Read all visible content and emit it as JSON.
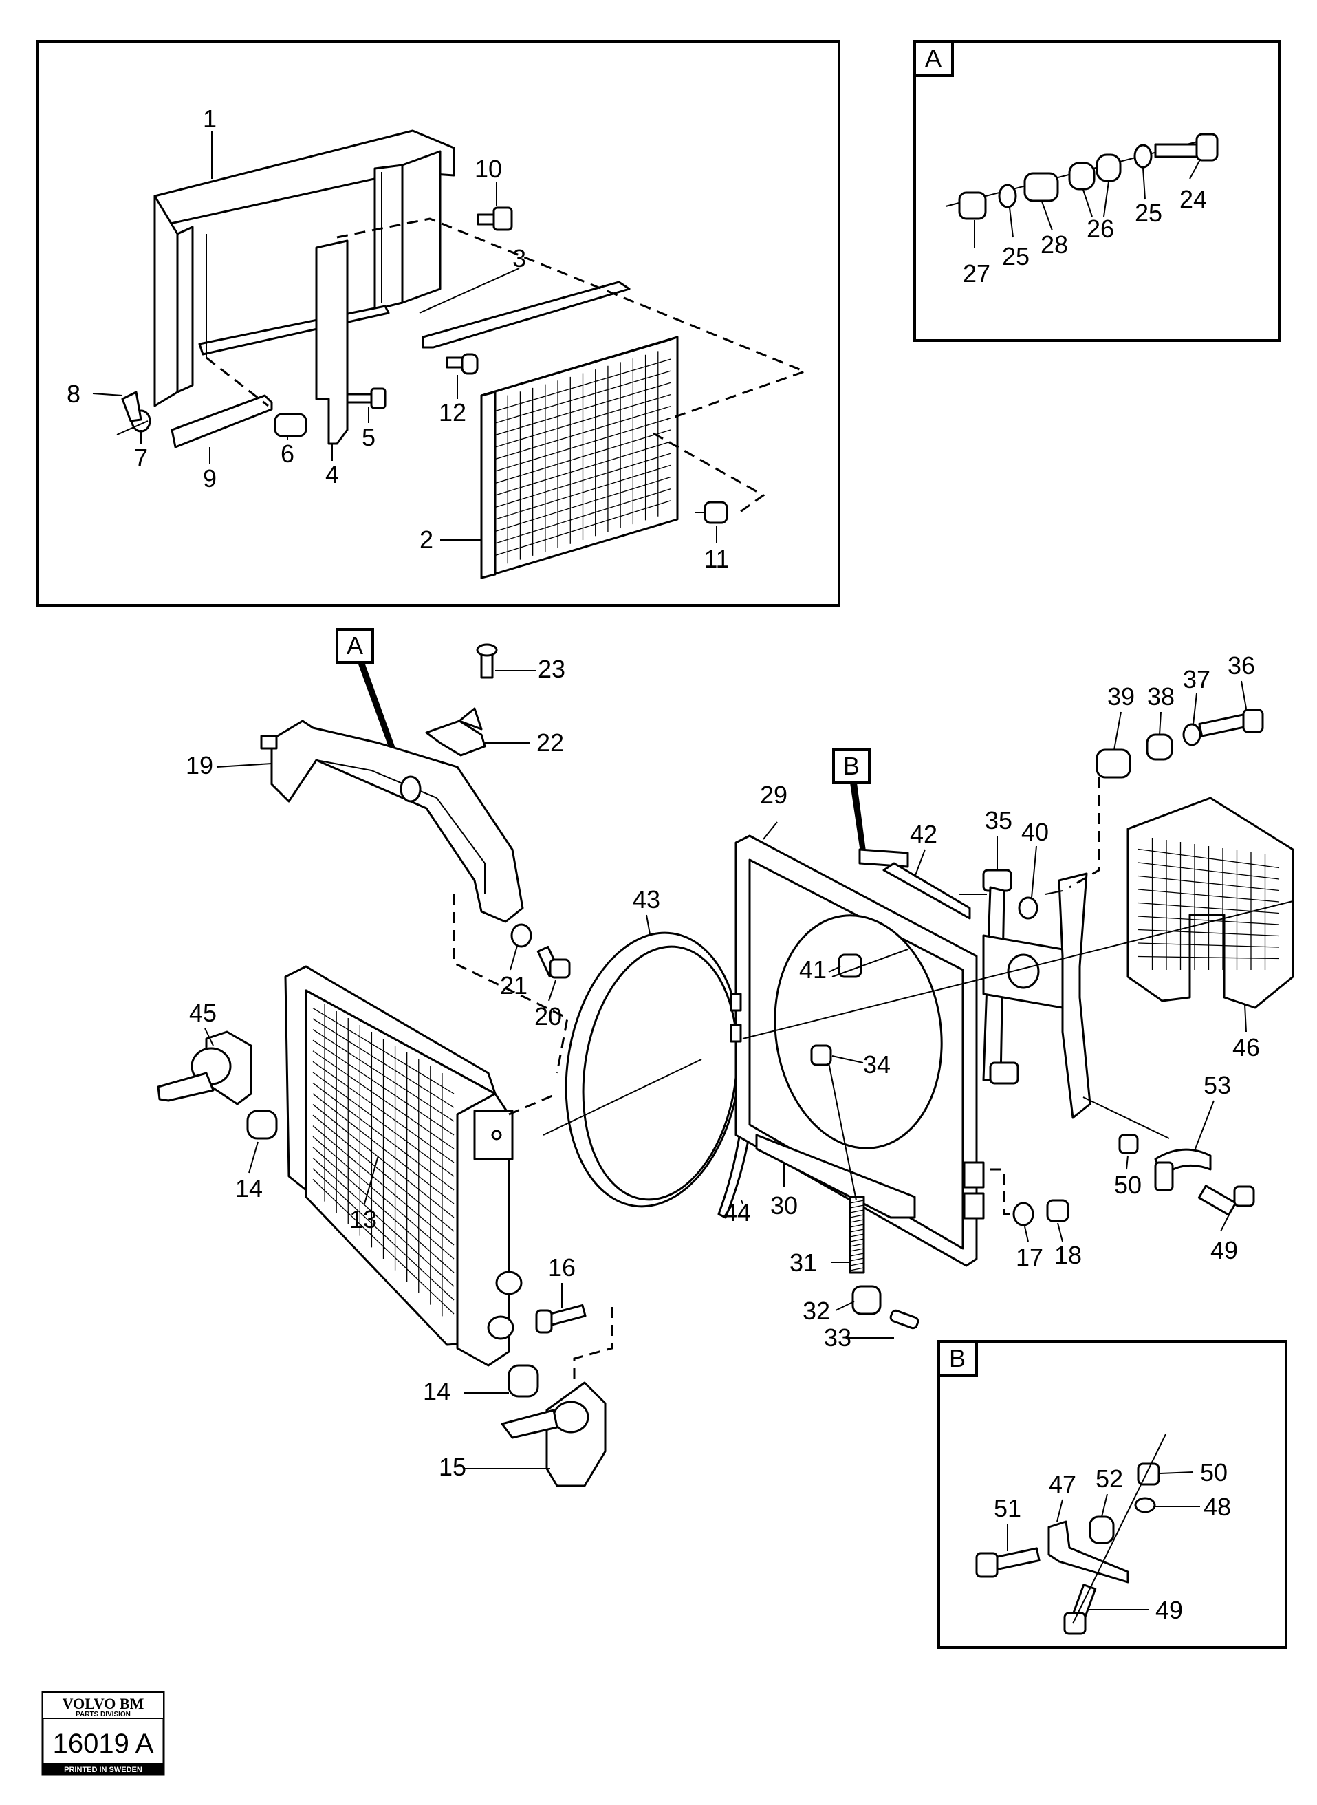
{
  "callouts": {
    "a_inset": "A",
    "a_pointer": "A",
    "b_inset": "B",
    "b_pointer": "B"
  },
  "part_numbers": {
    "p1": "1",
    "p2": "2",
    "p3": "3",
    "p4": "4",
    "p5": "5",
    "p6": "6",
    "p7": "7",
    "p8": "8",
    "p9": "9",
    "p10": "10",
    "p11": "11",
    "p12": "12",
    "p13": "13",
    "p14a": "14",
    "p14b": "14",
    "p15": "15",
    "p16": "16",
    "p17": "17",
    "p18": "18",
    "p19": "19",
    "p20": "20",
    "p21": "21",
    "p22": "22",
    "p23": "23",
    "p24": "24",
    "p25a": "25",
    "p25b": "25",
    "p26": "26",
    "p27": "27",
    "p28": "28",
    "p29": "29",
    "p30": "30",
    "p31": "31",
    "p32": "32",
    "p33": "33",
    "p34": "34",
    "p35": "35",
    "p36": "36",
    "p37": "37",
    "p38": "38",
    "p39": "39",
    "p40": "40",
    "p41": "41",
    "p42": "42",
    "p43": "43",
    "p44": "44",
    "p45": "45",
    "p46": "46",
    "p47": "47",
    "p48": "48",
    "p49a": "49",
    "p49b": "49",
    "p50a": "50",
    "p50b": "50",
    "p51": "51",
    "p52": "52",
    "p53": "53"
  },
  "stamp": {
    "brand": "VOLVO BM",
    "division": "PARTS DIVISION",
    "drawing_number": "16019 A",
    "printed": "PRINTED IN SWEDEN"
  }
}
